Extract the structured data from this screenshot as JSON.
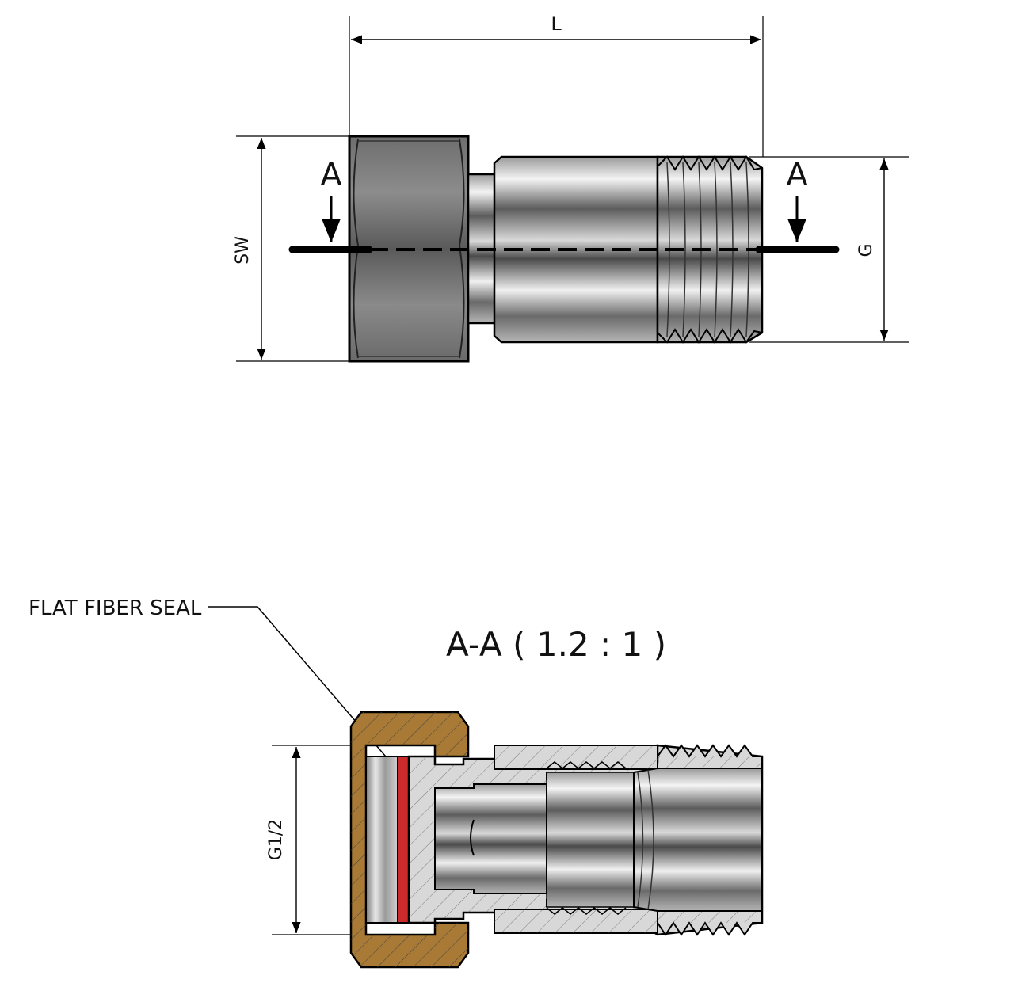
{
  "labels": {
    "length": "L",
    "across_flats": "SW",
    "thread": "G",
    "section_marker_left": "A",
    "section_marker_right": "A",
    "section_title": "A-A ( 1.2 : 1 )",
    "seal_callout": "FLAT FIBER SEAL",
    "section_thread": "G1/2"
  },
  "colors": {
    "nut_section": "#a87a36",
    "seal": "#cc2b2b",
    "steel_dark": "#555555",
    "steel_light": "#eeeeee",
    "line": "#000000"
  }
}
